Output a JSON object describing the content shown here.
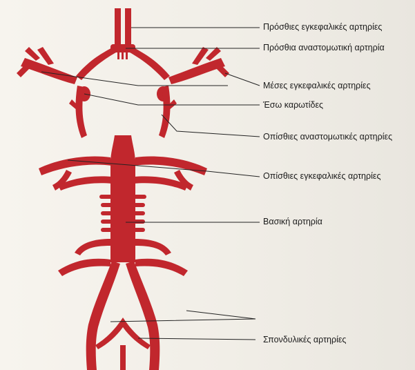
{
  "labels": {
    "anterior_cerebral": "Πρόσθιες εγκεφαλικές αρτηρίες",
    "anterior_communicating": "Πρόσθια αναστομωτική αρτηρία",
    "middle_cerebral": "Μέσες εγκεφαλικές αρτηρίες",
    "internal_carotid": "Έσω καρωτίδες",
    "posterior_communicating": "Οπίσθιες αναστομωτικές αρτηρίες",
    "posterior_cerebral": "Οπίσθιες εγκεφαλικές αρτηρίες",
    "basilar": "Βασική αρτηρία",
    "vertebral": "Σπονδυλικές αρτηρίες"
  },
  "colors": {
    "artery": "#c1272d",
    "artery_dark": "#8f1a1f",
    "leader_line": "#222222",
    "label_text": "#1b1b1b",
    "background": "#f4f1ea"
  }
}
